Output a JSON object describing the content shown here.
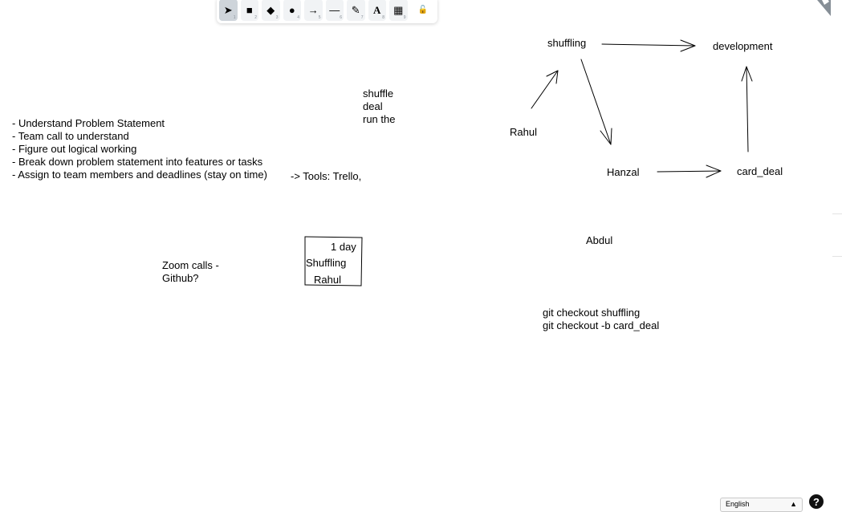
{
  "toolbar": {
    "tools": [
      {
        "name": "selection",
        "glyph": "➤",
        "num": "1"
      },
      {
        "name": "rectangle",
        "glyph": "■",
        "num": "2"
      },
      {
        "name": "diamond",
        "glyph": "◆",
        "num": "3"
      },
      {
        "name": "ellipse",
        "glyph": "●",
        "num": "4"
      },
      {
        "name": "arrow",
        "glyph": "→",
        "num": "5"
      },
      {
        "name": "line",
        "glyph": "—",
        "num": "6"
      },
      {
        "name": "draw",
        "glyph": "✎",
        "num": "7"
      },
      {
        "name": "text",
        "glyph": "A",
        "num": "8"
      },
      {
        "name": "library",
        "glyph": "▦",
        "num": "9"
      }
    ],
    "lock_glyph": "🔓"
  },
  "canvas": {
    "checklist": "- Understand Problem Statement\n- Team call to understand\n- Figure out logical working\n- Break down problem statement into features or tasks\n- Assign to team members and deadlines (stay on time)",
    "tools_note": "-> Tools: Trello,",
    "shuffle_note": "shuffle\ndeal\nrun the",
    "zoom_note": "Zoom calls -\nGithub?",
    "card": {
      "day": "1 day",
      "task": "Shuffling",
      "owner": "Rahul"
    },
    "nodes": {
      "shuffling": "shuffling",
      "development": "development",
      "rahul": "Rahul",
      "hanzal": "Hanzal",
      "card_deal": "card_deal",
      "abdul": "Abdul"
    },
    "git_commands": "git checkout shuffling\ngit checkout -b card_deal"
  },
  "footer": {
    "language": "English",
    "help_glyph": "?"
  }
}
